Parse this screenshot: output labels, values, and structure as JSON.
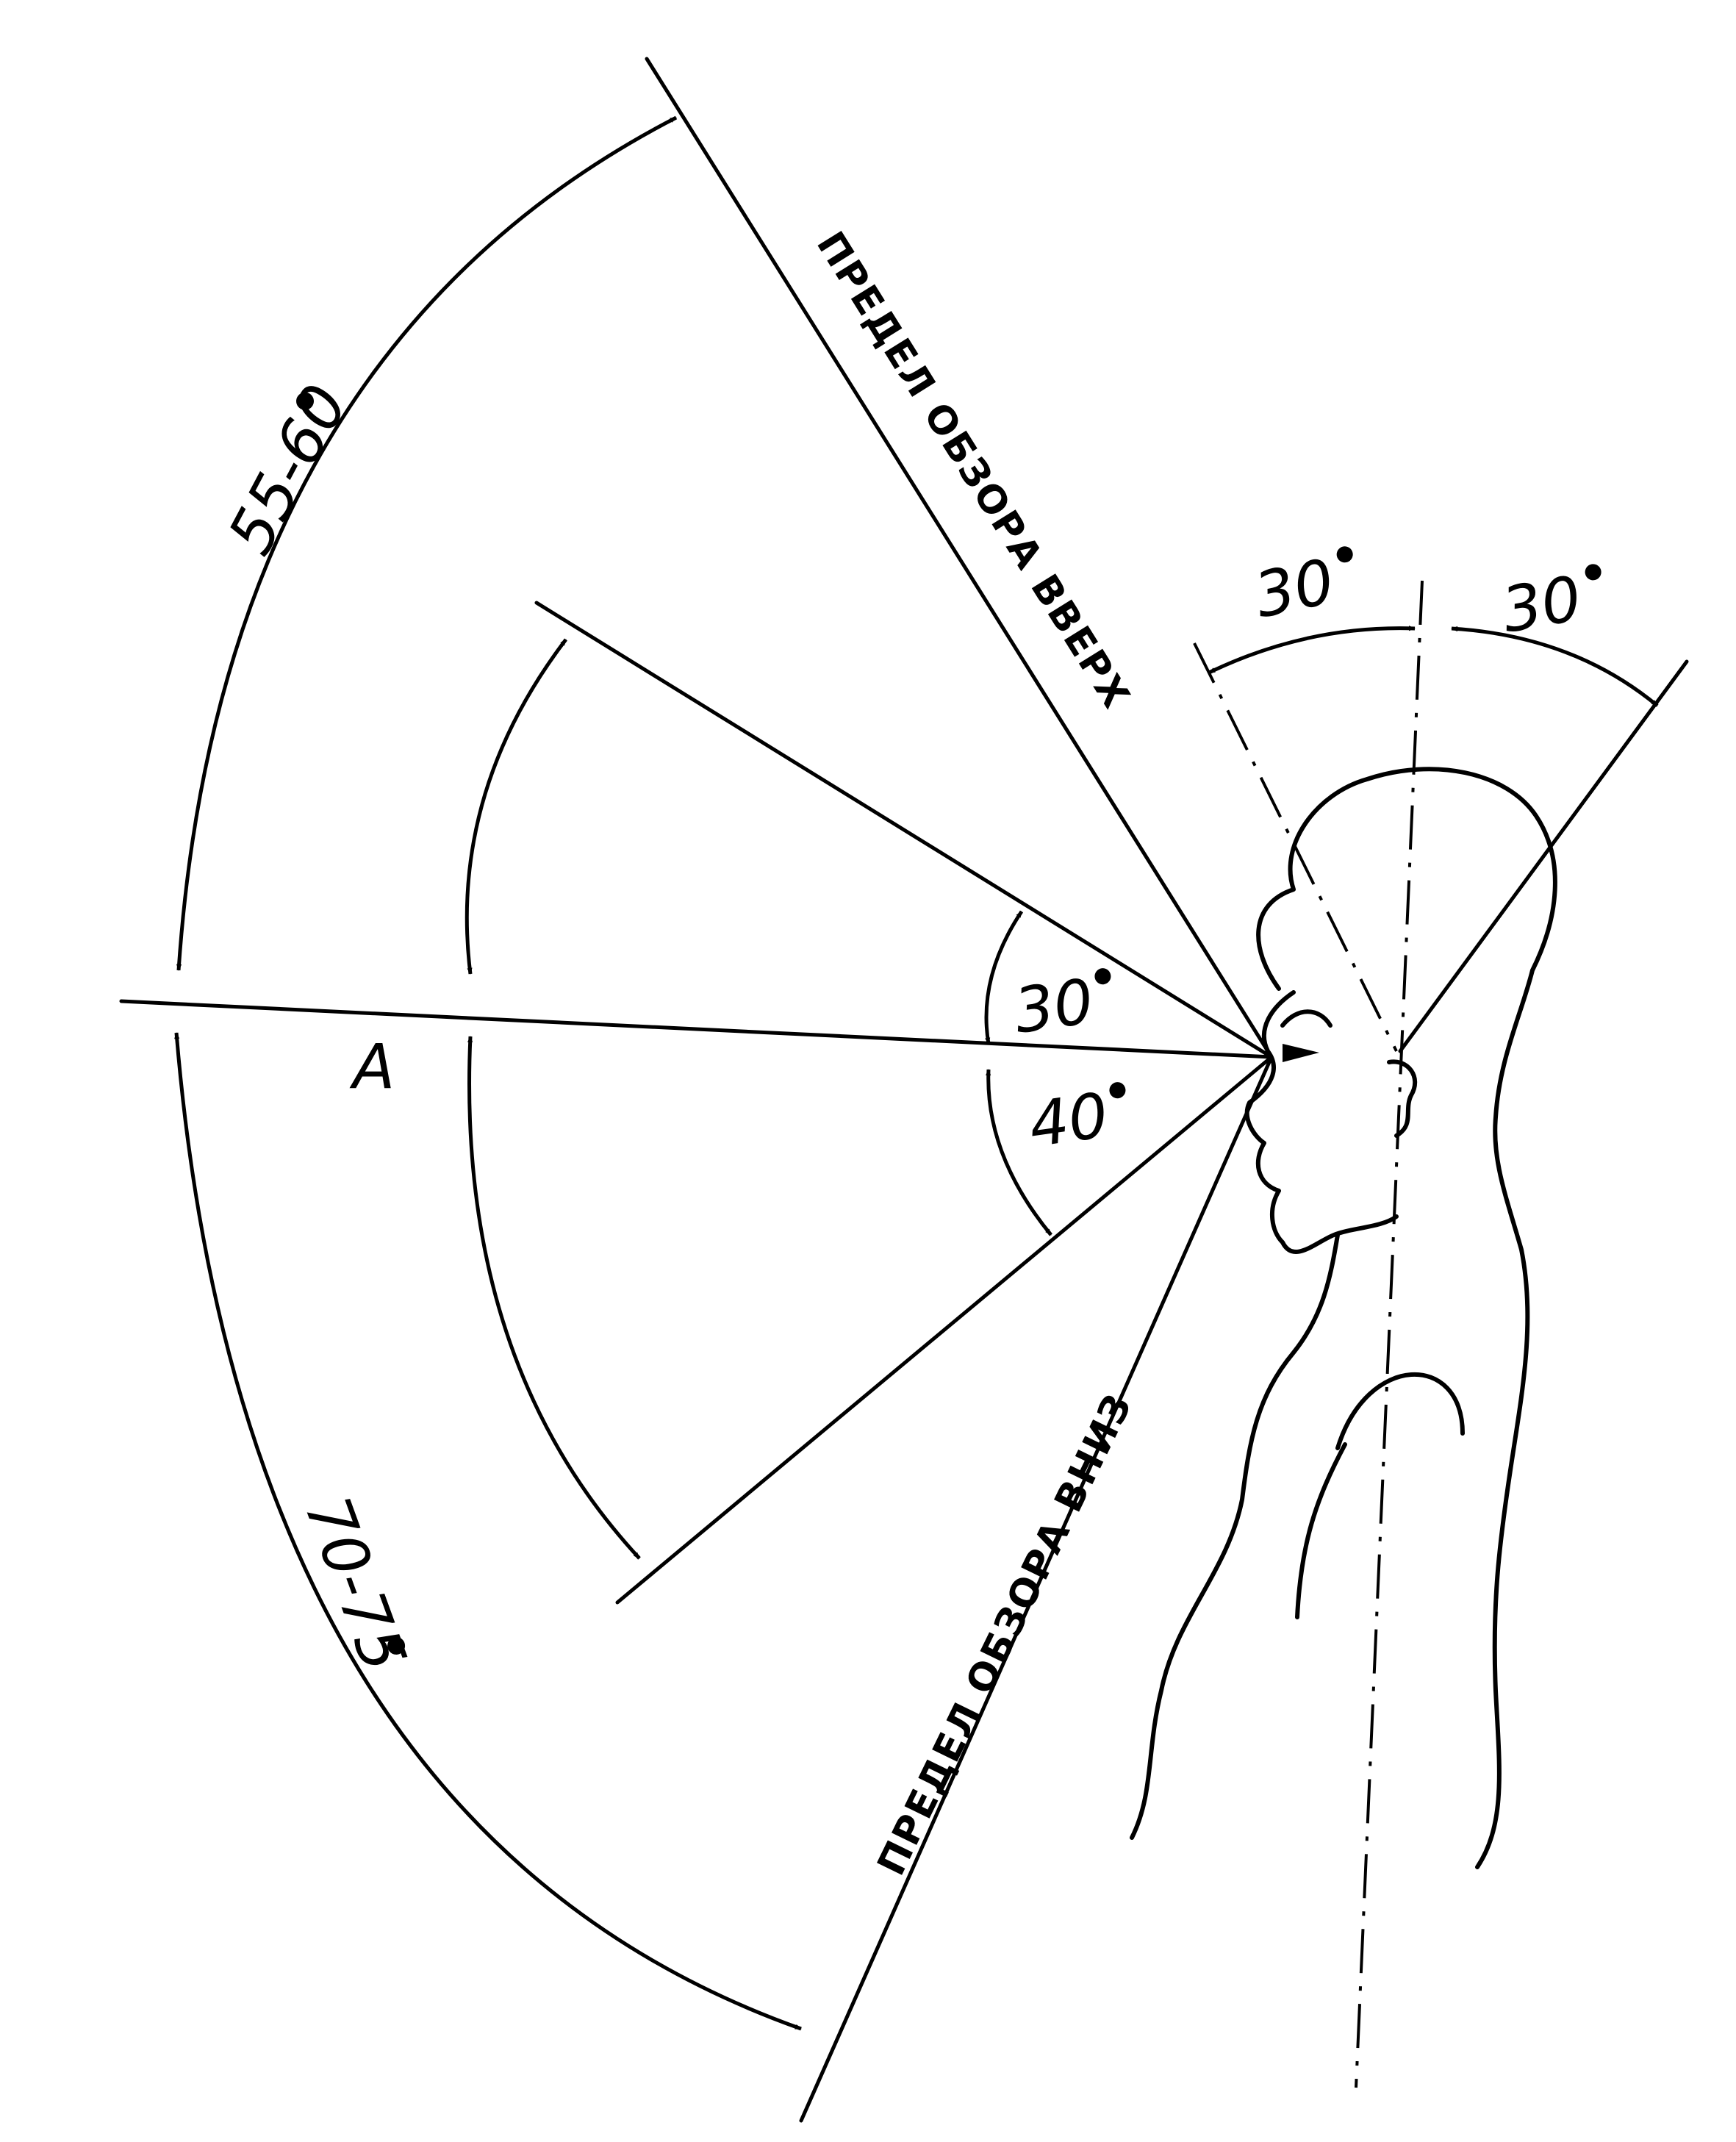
{
  "labels": {
    "upper_total": "55-60",
    "lower_total": "70-75",
    "upper_optimal": "30",
    "lower_optimal": "40",
    "head_left": "30",
    "head_right": "30",
    "point_a": "A",
    "limit_up": "ПРЕДЕЛ ОБЗОРА ВВЕРХ",
    "limit_down": "ПРЕДЕЛ ОБЗОРА ВНИЗ"
  },
  "colors": {
    "ink": "#000000",
    "paper": "#ffffff"
  }
}
